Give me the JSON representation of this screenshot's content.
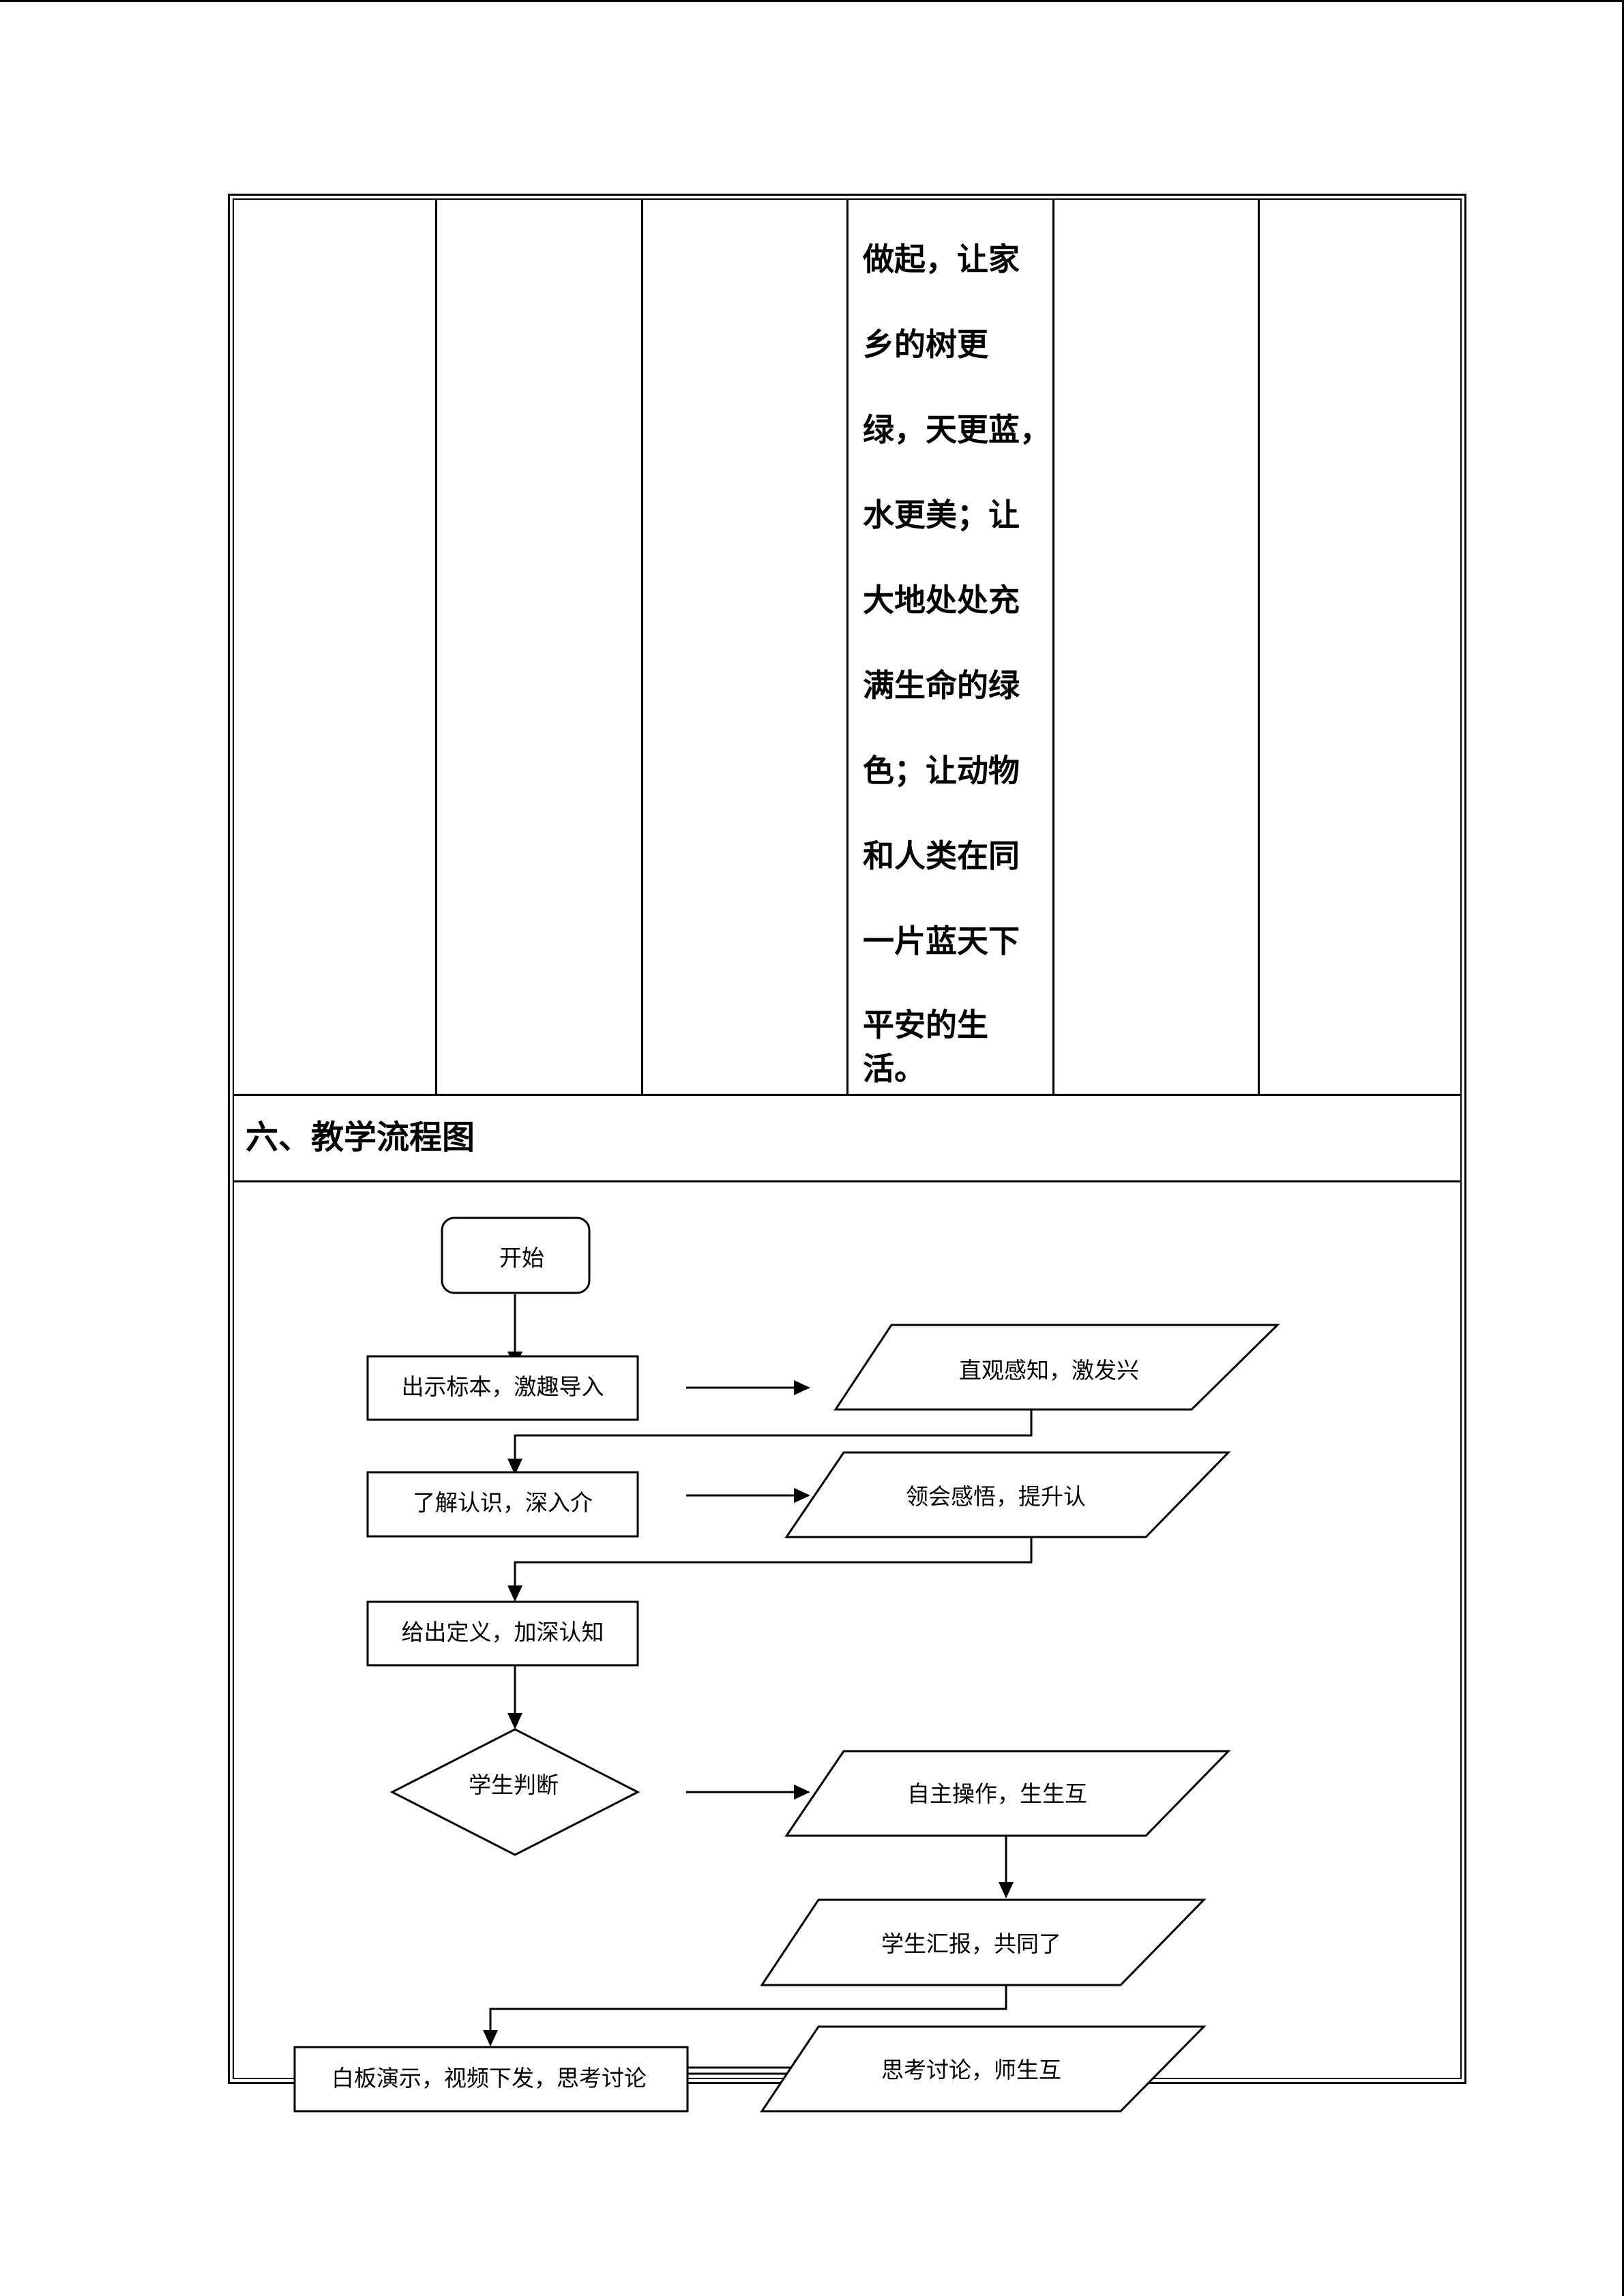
{
  "table": {
    "cell_lines": [
      "做起，让家",
      "乡的树更",
      "绿，天更蓝，",
      "水更美；让",
      "大地处处充",
      "满生命的绿",
      "色；让动物",
      "和人类在同",
      "一片蓝天下",
      "平安的生",
      "活。"
    ],
    "section_title": "六、教学流程图"
  },
  "flowchart": {
    "start": "开始",
    "step1": "出示标本，激趣导入",
    "out1": "直观感知，激发兴",
    "step2": "了解认识，深入介",
    "out2": "领会感悟，提升认",
    "step3": "给出定义，加深认知",
    "decision": "学生判断",
    "out3": "自主操作，生生互",
    "out4": "学生汇报，共同了",
    "step4": "白板演示，视频下发，思考讨论",
    "out5": "思考讨论，师生互"
  }
}
